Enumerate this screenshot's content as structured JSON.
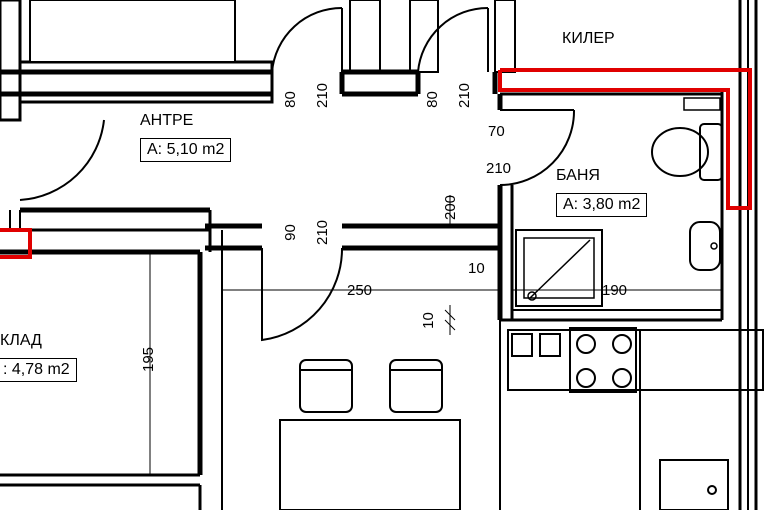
{
  "rooms": {
    "kiler": {
      "name": "КИЛЕР"
    },
    "antre": {
      "name": "АНТРЕ",
      "area": "A: 5,10 m2"
    },
    "banya": {
      "name": "БАНЯ",
      "area": "A: 3,80 m2"
    },
    "sklad": {
      "name": "КЛАД",
      "area": ": 4,78 m2"
    }
  },
  "dimensions": {
    "door1_width": "80",
    "door1_height": "210",
    "door2_width": "80",
    "door2_height": "210",
    "door3_width": "70",
    "door3_height": "210",
    "door4_width": "90",
    "door4_height": "210",
    "wall_200": "200",
    "d_10a": "10",
    "d_250": "250",
    "d_190": "190",
    "d_10b": "10",
    "d_195": "195"
  },
  "colors": {
    "wall": "#000000",
    "highlight": "#e00000",
    "line": "#000000"
  }
}
